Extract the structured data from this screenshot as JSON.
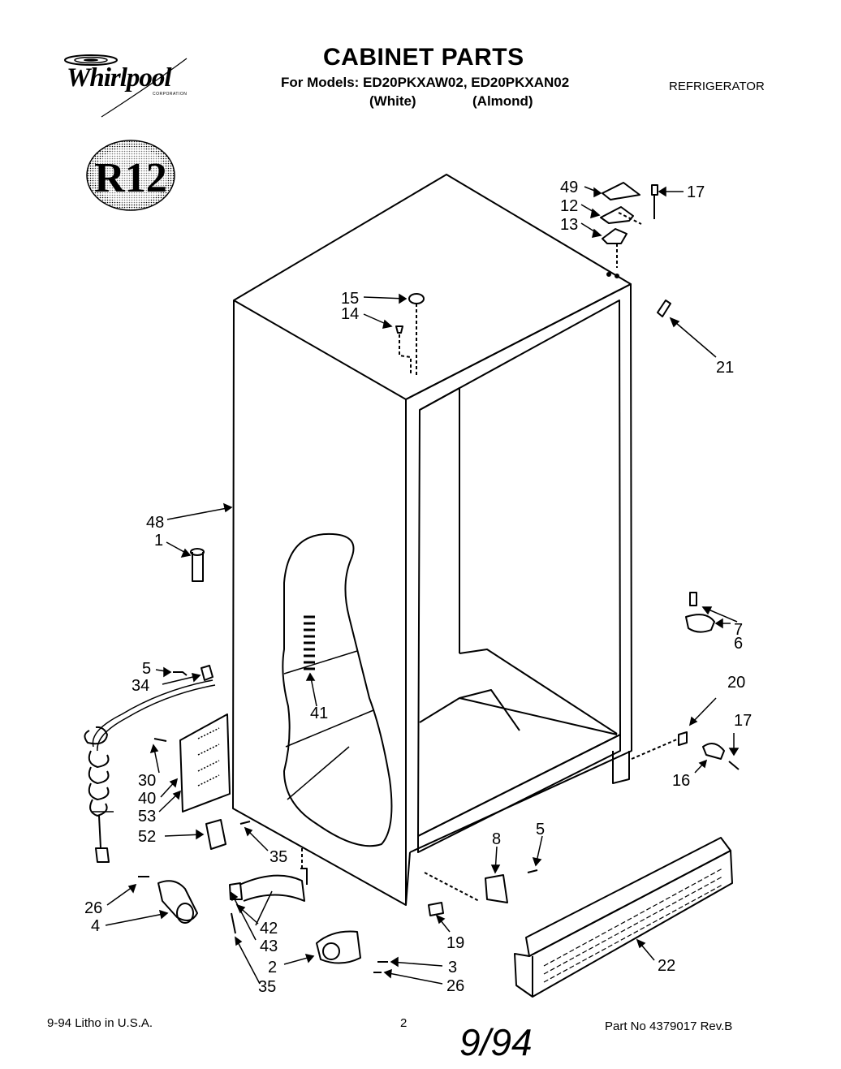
{
  "header": {
    "title": "CABINET PARTS",
    "models_line": "For Models: ED20PKXAW02, ED20PKXAN02",
    "variant_white": "(White)",
    "variant_almond": "(Almond)",
    "category": "REFRIGERATOR"
  },
  "logo": {
    "brand": "Whirlpool",
    "sub": "CORPORATION"
  },
  "badge": {
    "text": "R12"
  },
  "handwritten": "9/94",
  "footer": {
    "left": "9-94  Litho in U.S.A.",
    "page": "2",
    "right": "Part No 4379017  Rev.B"
  },
  "callouts": [
    "49",
    "12",
    "13",
    "17",
    "15",
    "14",
    "21",
    "48",
    "1",
    "7",
    "6",
    "5",
    "34",
    "41",
    "20",
    "17",
    "16",
    "30",
    "40",
    "53",
    "52",
    "35",
    "5",
    "8",
    "26",
    "4",
    "42",
    "43",
    "19",
    "22",
    "2",
    "3",
    "26",
    "35"
  ]
}
